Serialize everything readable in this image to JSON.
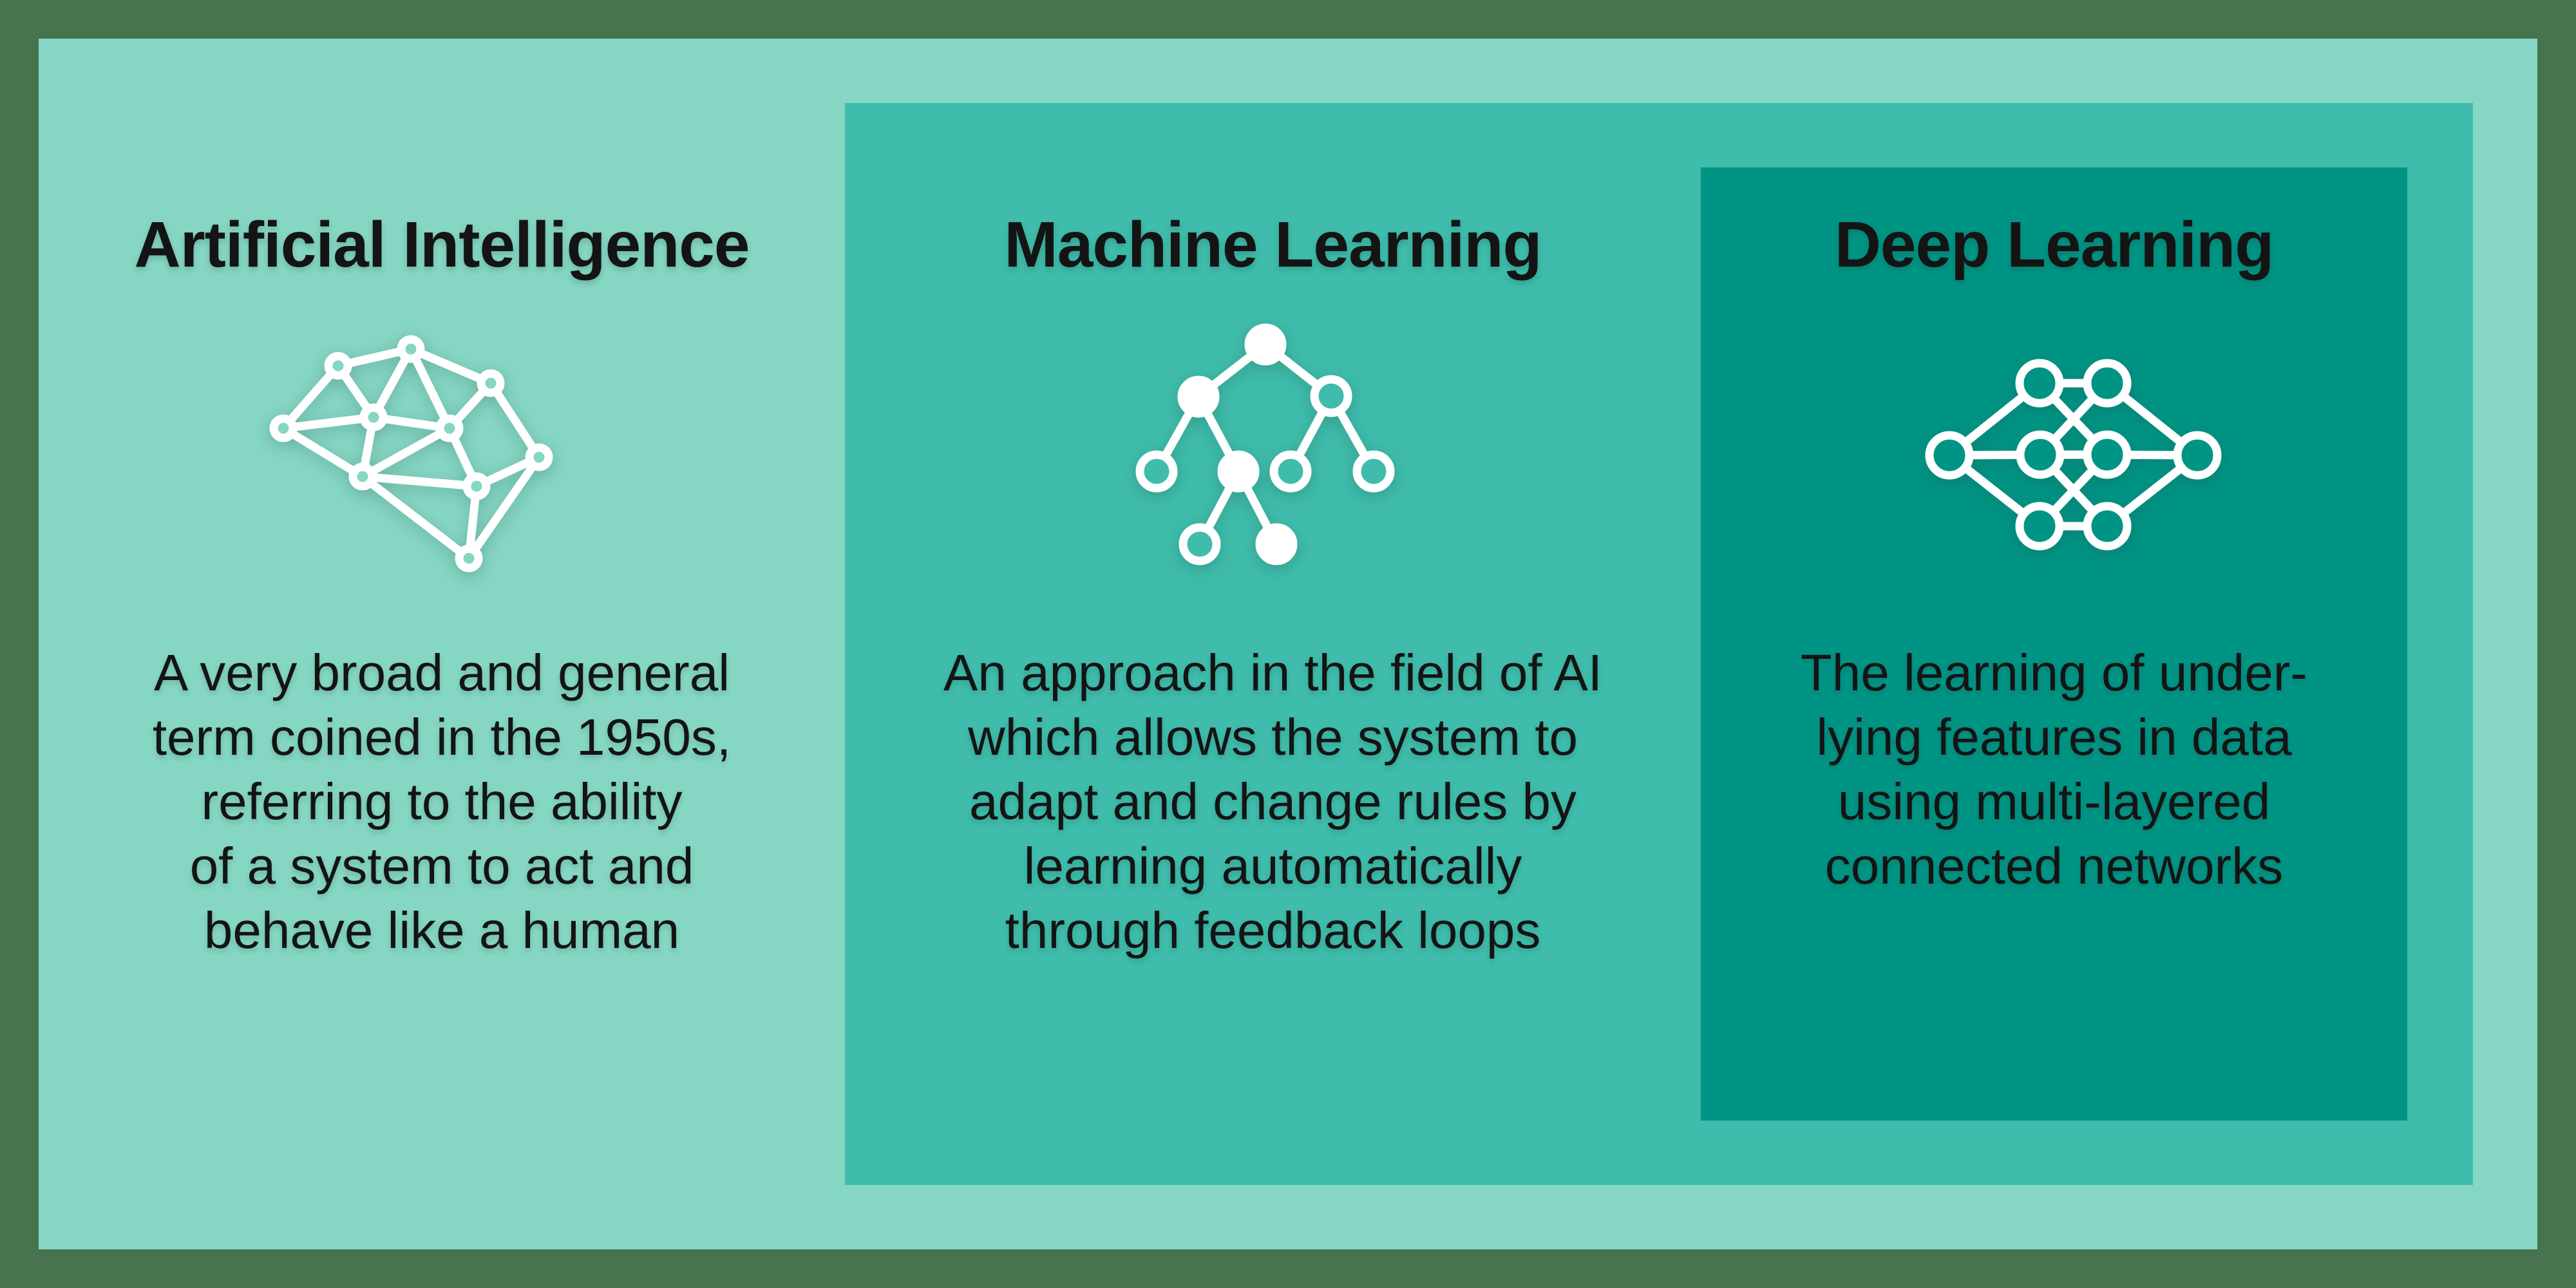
{
  "colors": {
    "outer_border": "#47744E",
    "panel_ai": "#86D6C4",
    "panel_ml": "#3FBCAB",
    "panel_dl": "#009484",
    "text": "#141414",
    "icon": "#FFFFFF"
  },
  "panels": [
    {
      "id": "ai",
      "title": "Artificial Intelligence",
      "icon": "brain-network-icon",
      "desc_lines": [
        "A very broad and general",
        "term coined in the 1950s,",
        "referring to the ability",
        "of a system to act and",
        "behave like a human"
      ]
    },
    {
      "id": "ml",
      "title": "Machine Learning",
      "icon": "decision-tree-icon",
      "desc_lines": [
        "An approach in the field of AI",
        "which allows the system to",
        "adapt and change rules by",
        "learning automatically",
        "through feedback loops"
      ]
    },
    {
      "id": "dl",
      "title": "Deep Learning",
      "icon": "neural-network-icon",
      "desc_lines": [
        "The learning of under-",
        "lying features in data",
        "using multi-layered",
        "connected networks"
      ]
    }
  ]
}
